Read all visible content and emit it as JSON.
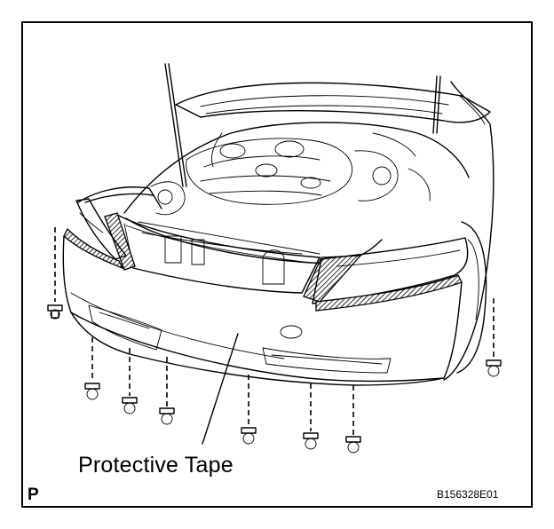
{
  "figure": {
    "callout_label": "Protective Tape",
    "view_code": "P",
    "figure_id": "B156328E01"
  },
  "parts": {
    "clips": [
      "bumper-clip",
      "bumper-clip",
      "bumper-clip",
      "bumper-clip",
      "bumper-clip",
      "bumper-clip",
      "bumper-clip",
      "bumper-clip"
    ],
    "tape_sections": [
      "protective-tape-left-headlamp",
      "protective-tape-right-headlamp",
      "protective-tape-left-grille-side",
      "protective-tape-right-grille-side"
    ]
  }
}
